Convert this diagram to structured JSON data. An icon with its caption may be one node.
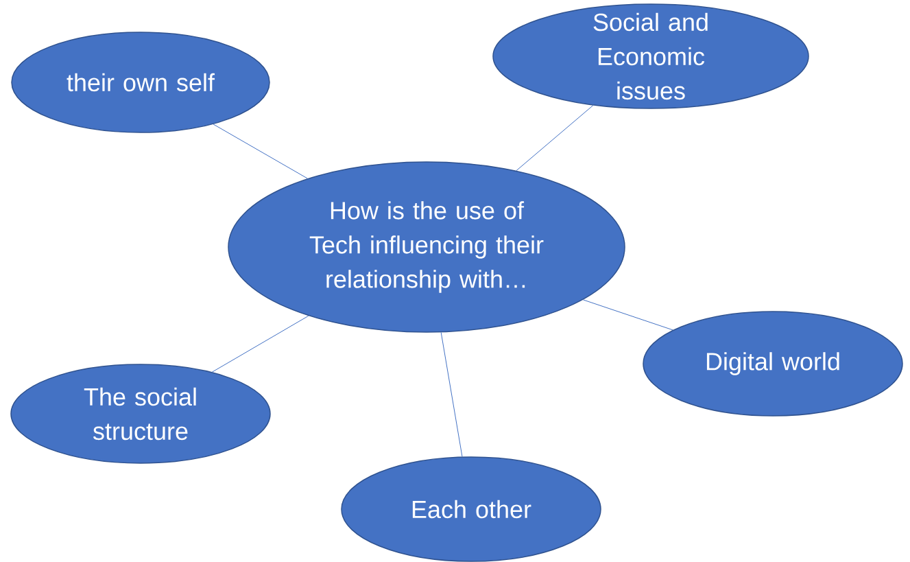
{
  "diagram": {
    "nodes": [
      {
        "text": [
          "How is the use of Tech influencing their relationship with…"
        ]
      },
      {
        "text": [
          "their own self"
        ]
      },
      {
        "text": [
          "Social and Economic issues"
        ]
      },
      {
        "text": [
          "The social structure"
        ]
      },
      {
        "text": [
          "Digital world"
        ]
      },
      {
        "text": [
          "Each other"
        ]
      }
    ],
    "edges": [
      {
        "from": 0,
        "to": 1,
        "arrow": "none"
      },
      {
        "from": 0,
        "to": 2,
        "arrow": "none"
      },
      {
        "from": 0,
        "to": 3,
        "arrow": "none"
      },
      {
        "from": 0,
        "to": 4,
        "arrow": "none"
      },
      {
        "from": 0,
        "to": 5,
        "arrow": "none"
      }
    ]
  }
}
